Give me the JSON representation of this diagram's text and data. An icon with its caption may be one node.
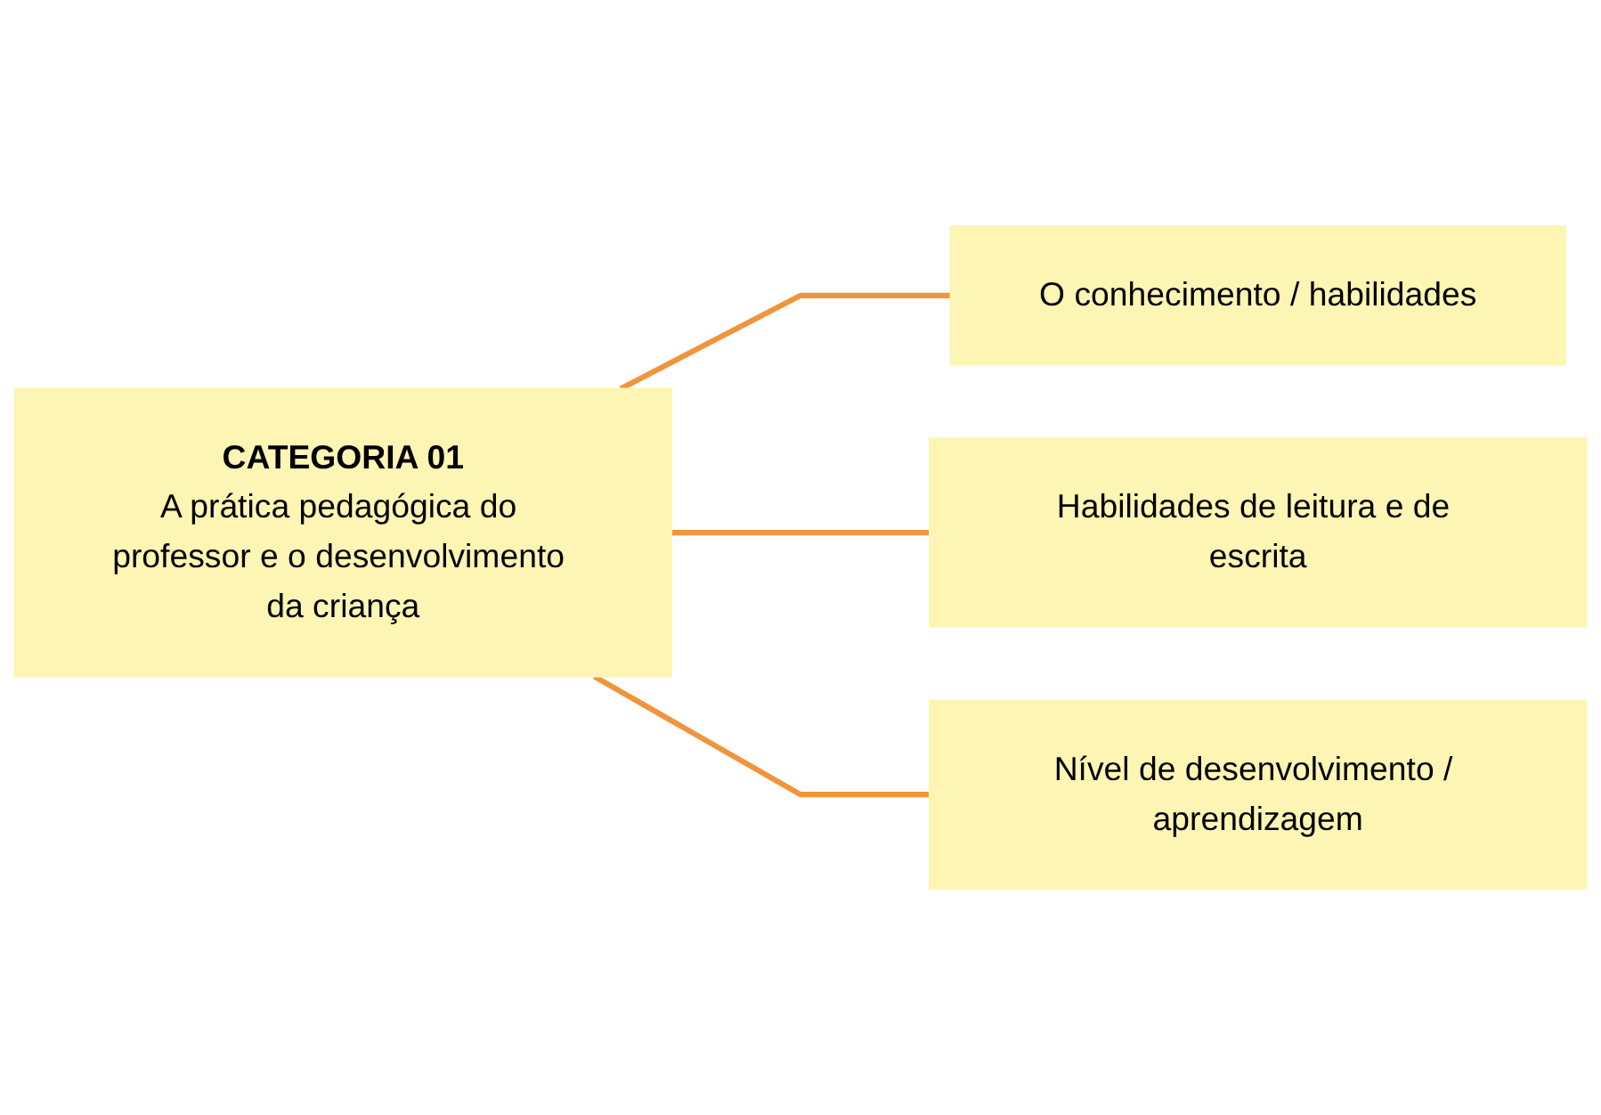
{
  "diagram": {
    "nodes": [
      {
        "text": [
          "CATEGORIA 01",
          "A prática pedagógica do professor e o desenvolvimento da criança"
        ]
      },
      {
        "text": [
          "O conhecimento / habilidades"
        ]
      },
      {
        "text": [
          "Habilidades de leitura e de escrita"
        ]
      },
      {
        "text": [
          "Nível de desenvolvimento / aprendizagem"
        ]
      }
    ],
    "edges": [
      {
        "from": 0,
        "to": 1,
        "arrow": "none"
      },
      {
        "from": 0,
        "to": 2,
        "arrow": "none"
      },
      {
        "from": 0,
        "to": 3,
        "arrow": "none"
      }
    ]
  }
}
